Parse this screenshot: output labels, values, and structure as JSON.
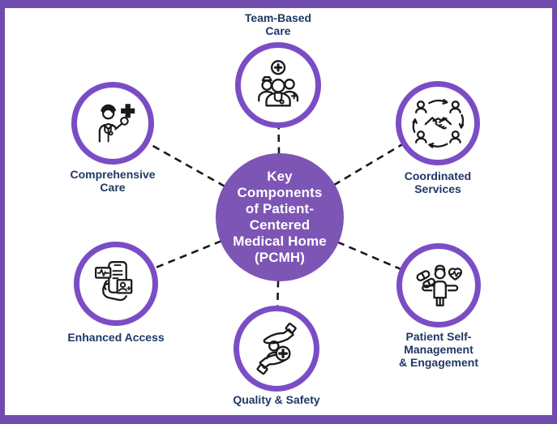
{
  "colors": {
    "frame": "#6F4CAD",
    "node_ring": "#7B4DC5",
    "hub_fill": "#7D55B4",
    "hub_text": "#FFFFFF",
    "label_text": "#1F3864",
    "connector": "#1A1A1A",
    "icon_stroke": "#1A1A1A",
    "background": "#FFFFFF"
  },
  "hub": {
    "title": "Key\nComponents\nof Patient-\nCentered\nMedical Home\n(PCMH)"
  },
  "nodes": [
    {
      "id": "team-based-care",
      "label": "Team-Based\nCare",
      "icon": "medical-team-icon",
      "label_position": "above"
    },
    {
      "id": "coordinated-services",
      "label": "Coordinated\nServices",
      "icon": "handshake-network-icon",
      "label_position": "below"
    },
    {
      "id": "patient-self-management",
      "label": "Patient Self-Management\n& Engagement",
      "icon": "patient-health-icon",
      "label_position": "below"
    },
    {
      "id": "quality-safety",
      "label": "Quality & Safety",
      "icon": "caring-hands-icon",
      "label_position": "below"
    },
    {
      "id": "enhanced-access",
      "label": "Enhanced Access",
      "icon": "telehealth-phone-icon",
      "label_position": "below"
    },
    {
      "id": "comprehensive-care",
      "label": "Comprehensive\nCare",
      "icon": "doctor-icon",
      "label_position": "below"
    }
  ],
  "connector_style": "dashed"
}
